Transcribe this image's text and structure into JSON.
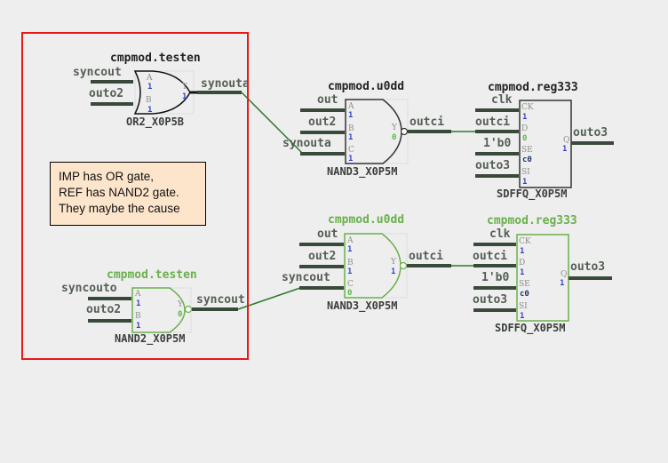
{
  "colors": {
    "background": "#eeeeee",
    "highlight_box": "#e8171b",
    "note_bg": "#fde5cc",
    "impl_color": "#000000",
    "ref_color": "#6ab04c",
    "value_blue": "#3344cc",
    "value_green": "#55bb44"
  },
  "annotation": {
    "lines": [
      "IMP has OR gate,",
      "REF has NAND2 gate.",
      "They maybe the cause"
    ]
  },
  "imp": {
    "gate1": {
      "instance": "cmpmod.testen",
      "cell": "OR2_X0P5B",
      "inputs": [
        {
          "signal": "syncout",
          "pin": "A",
          "value": "1"
        },
        {
          "signal": "outo2",
          "pin": "B",
          "value": "1"
        }
      ],
      "output": {
        "signal": "synouta",
        "pin": "Y",
        "value": "1"
      }
    },
    "gate2": {
      "instance": "cmpmod.u0dd",
      "cell": "NAND3_X0P5M",
      "inputs": [
        {
          "signal": "out",
          "pin": "A",
          "value": "1"
        },
        {
          "signal": "out2",
          "pin": "B",
          "value": "1"
        },
        {
          "signal": "synouta",
          "pin": "C",
          "value": "1"
        }
      ],
      "output": {
        "signal": "outci",
        "pin": "Y",
        "value": "0"
      }
    },
    "reg": {
      "instance": "cmpmod.reg333",
      "cell": "SDFFQ_X0P5M",
      "inputs": [
        {
          "signal": "clk",
          "pin": "CK",
          "value": "1"
        },
        {
          "signal": "outci",
          "pin": "D",
          "value": "0"
        },
        {
          "signal": "1'b0",
          "pin": "SE",
          "value": "c0"
        },
        {
          "signal": "outo3",
          "pin": "SI",
          "value": "1"
        }
      ],
      "output": {
        "signal": "outo3",
        "pin": "Q",
        "value": "1"
      }
    }
  },
  "ref": {
    "gate1": {
      "instance": "cmpmod.testen",
      "cell": "NAND2_X0P5M",
      "inputs": [
        {
          "signal": "syncouto",
          "pin": "A",
          "value": "1"
        },
        {
          "signal": "outo2",
          "pin": "B",
          "value": "1"
        }
      ],
      "output": {
        "signal": "syncout",
        "pin": "Y",
        "value": "0"
      }
    },
    "gate2": {
      "instance": "cmpmod.u0dd",
      "cell": "NAND3_X0P5M",
      "inputs": [
        {
          "signal": "out",
          "pin": "A",
          "value": "1"
        },
        {
          "signal": "out2",
          "pin": "B",
          "value": "1"
        },
        {
          "signal": "syncout",
          "pin": "C",
          "value": "0"
        }
      ],
      "output": {
        "signal": "outci",
        "pin": "Y",
        "value": "1"
      }
    },
    "reg": {
      "instance": "cmpmod.reg333",
      "cell": "SDFFQ_X0P5M",
      "inputs": [
        {
          "signal": "clk",
          "pin": "CK",
          "value": "1"
        },
        {
          "signal": "outci",
          "pin": "D",
          "value": "1"
        },
        {
          "signal": "1'b0",
          "pin": "SE",
          "value": "c0"
        },
        {
          "signal": "outo3",
          "pin": "SI",
          "value": "1"
        }
      ],
      "output": {
        "signal": "outo3",
        "pin": "Q",
        "value": "1"
      }
    }
  }
}
